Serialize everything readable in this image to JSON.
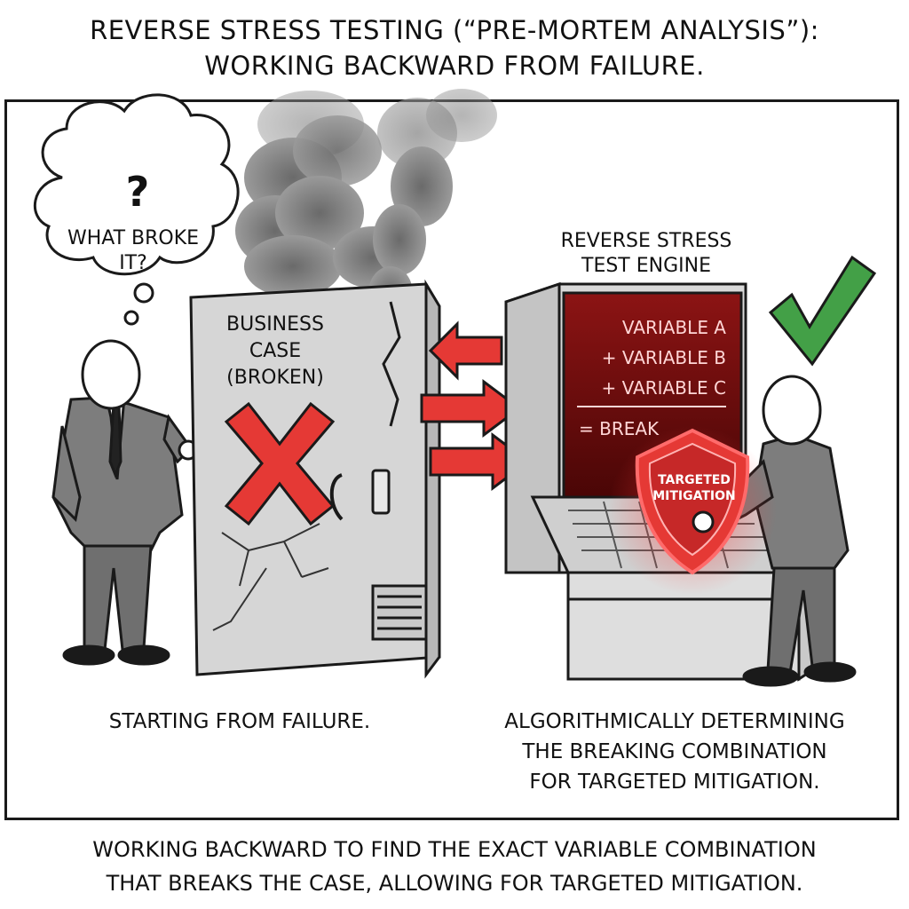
{
  "title": {
    "line1": "REVERSE STRESS TESTING (“PRE-MORTEM ANALYSIS”):",
    "line2": "WORKING BACKWARD FROM FAILURE."
  },
  "thought_bubble": {
    "question_mark": "?",
    "line1": "WHAT BROKE",
    "line2": "IT?"
  },
  "cabinet": {
    "line1": "BUSINESS",
    "line2": "CASE",
    "line3": "(BROKEN)"
  },
  "engine_label": {
    "line1": "REVERSE STRESS",
    "line2": "TEST ENGINE"
  },
  "screen": {
    "lines": [
      "VARIABLE A",
      "+ VARIABLE B",
      "+ VARIABLE C",
      "= BREAK"
    ]
  },
  "shield": {
    "line1": "TARGETED",
    "line2": "MITIGATION"
  },
  "captions": {
    "left": "STARTING FROM FAILURE.",
    "right_line1": "ALGORITHMICALLY DETERMINING",
    "right_line2": "THE BREAKING COMBINATION",
    "right_line3": "FOR TARGETED MITIGATION."
  },
  "footer": {
    "line1": "WORKING BACKWARD TO FIND THE EXACT VARIABLE COMBINATION",
    "line2": "THAT BREAKS THE CASE, ALLOWING FOR TARGETED MITIGATION."
  },
  "colors": {
    "ink": "#1a1a1a",
    "accent_red": "#e53935",
    "check_green": "#43a047",
    "screen_red": "#7a0d0d",
    "suit_gray": "#7d7d7d"
  },
  "icons": [
    "thought-bubble-icon",
    "red-x-icon",
    "check-mark-icon",
    "shield-icon",
    "arrow-icon",
    "smoke-icon"
  ]
}
